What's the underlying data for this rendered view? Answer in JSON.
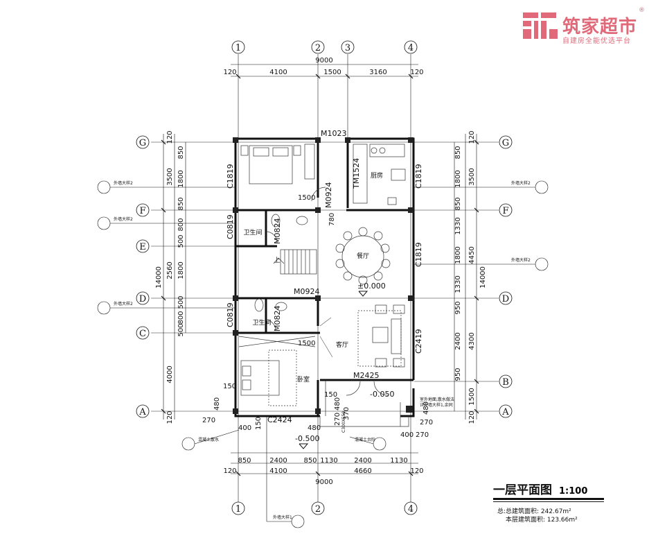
{
  "brand": {
    "name": "筑家超市",
    "slogan": "自建房全能优选平台",
    "reg": "®",
    "color": "#e06a7a"
  },
  "title": {
    "text": "一层平面图",
    "scale": "1:100",
    "total_area": "总:总建筑面积: 242.67m²",
    "floor_area": "本层建筑面积: 123.66m²"
  },
  "axes": {
    "vertical": [
      "1",
      "2",
      "3",
      "4"
    ],
    "horizontal": [
      "G",
      "F",
      "E",
      "D",
      "C",
      "B",
      "A"
    ]
  },
  "dims": {
    "top_total": "9000",
    "top_parts": [
      "120",
      "4100",
      "1500",
      "3160",
      "120"
    ],
    "bottom_total": "9000",
    "bottom_parts": [
      "120",
      "4100",
      "4660",
      "120"
    ],
    "bottom_detail": [
      "850",
      "2400",
      "850",
      "1130",
      "2400",
      "1130"
    ],
    "left_total": "14000",
    "left_parts": [
      "120",
      "3500",
      "2560",
      "4000",
      "120"
    ],
    "left_detail": [
      "850",
      "1800",
      "850",
      "800",
      "500",
      "1800",
      "500",
      "800",
      "500"
    ],
    "right_total": "14000",
    "right_parts": [
      "120",
      "3500",
      "4450",
      "4300",
      "1500",
      "120"
    ],
    "right_detail": [
      "850",
      "1800",
      "850",
      "1330",
      "1800",
      "1330",
      "950",
      "2400",
      "950"
    ],
    "misc": [
      "1500",
      "1500",
      "780",
      "150",
      "480",
      "270",
      "400",
      "150",
      "480",
      "270",
      "480",
      "270",
      "400",
      "370",
      "480",
      "270",
      "150"
    ]
  },
  "rooms": {
    "kitchen": "厨房",
    "dining": "餐厅",
    "living": "客厅",
    "bedroom": "卧室",
    "wc_top": "卫生间",
    "wc_bottom": "卫生间",
    "stair_up": "上"
  },
  "openings": {
    "m1023": "M1023",
    "tm1524": "TM1524",
    "m0924_a": "M0924",
    "m0924_b": "M0924",
    "m0824_a": "M0824",
    "m0824_b": "M0824",
    "c1819_a": "C1819",
    "c1819_b": "C1819",
    "c1819_c": "C1819",
    "c0819_a": "C0819",
    "c0819_b": "C0819",
    "c2419": "C2419",
    "c2424": "C2424",
    "m2425": "M2425"
  },
  "levels": {
    "main": "±0.000",
    "porch": "-0.050",
    "outside": "-0.500"
  },
  "notes": {
    "ext_wall_1": "外墙大样2",
    "ext_wall_2": "外墙大样2",
    "ext_wall_3": "外墙大样2",
    "ext_wall_4": "外墙大样2",
    "ext_wall_5": "外墙大样2",
    "ext_wall_6": "外墙大样1",
    "stone": "室外地面,散水做法",
    "stone2": "详外墙大样1,余同",
    "ramp": "混凝土台阶",
    "drain": "混凝土散水",
    "col": "C300X550"
  }
}
